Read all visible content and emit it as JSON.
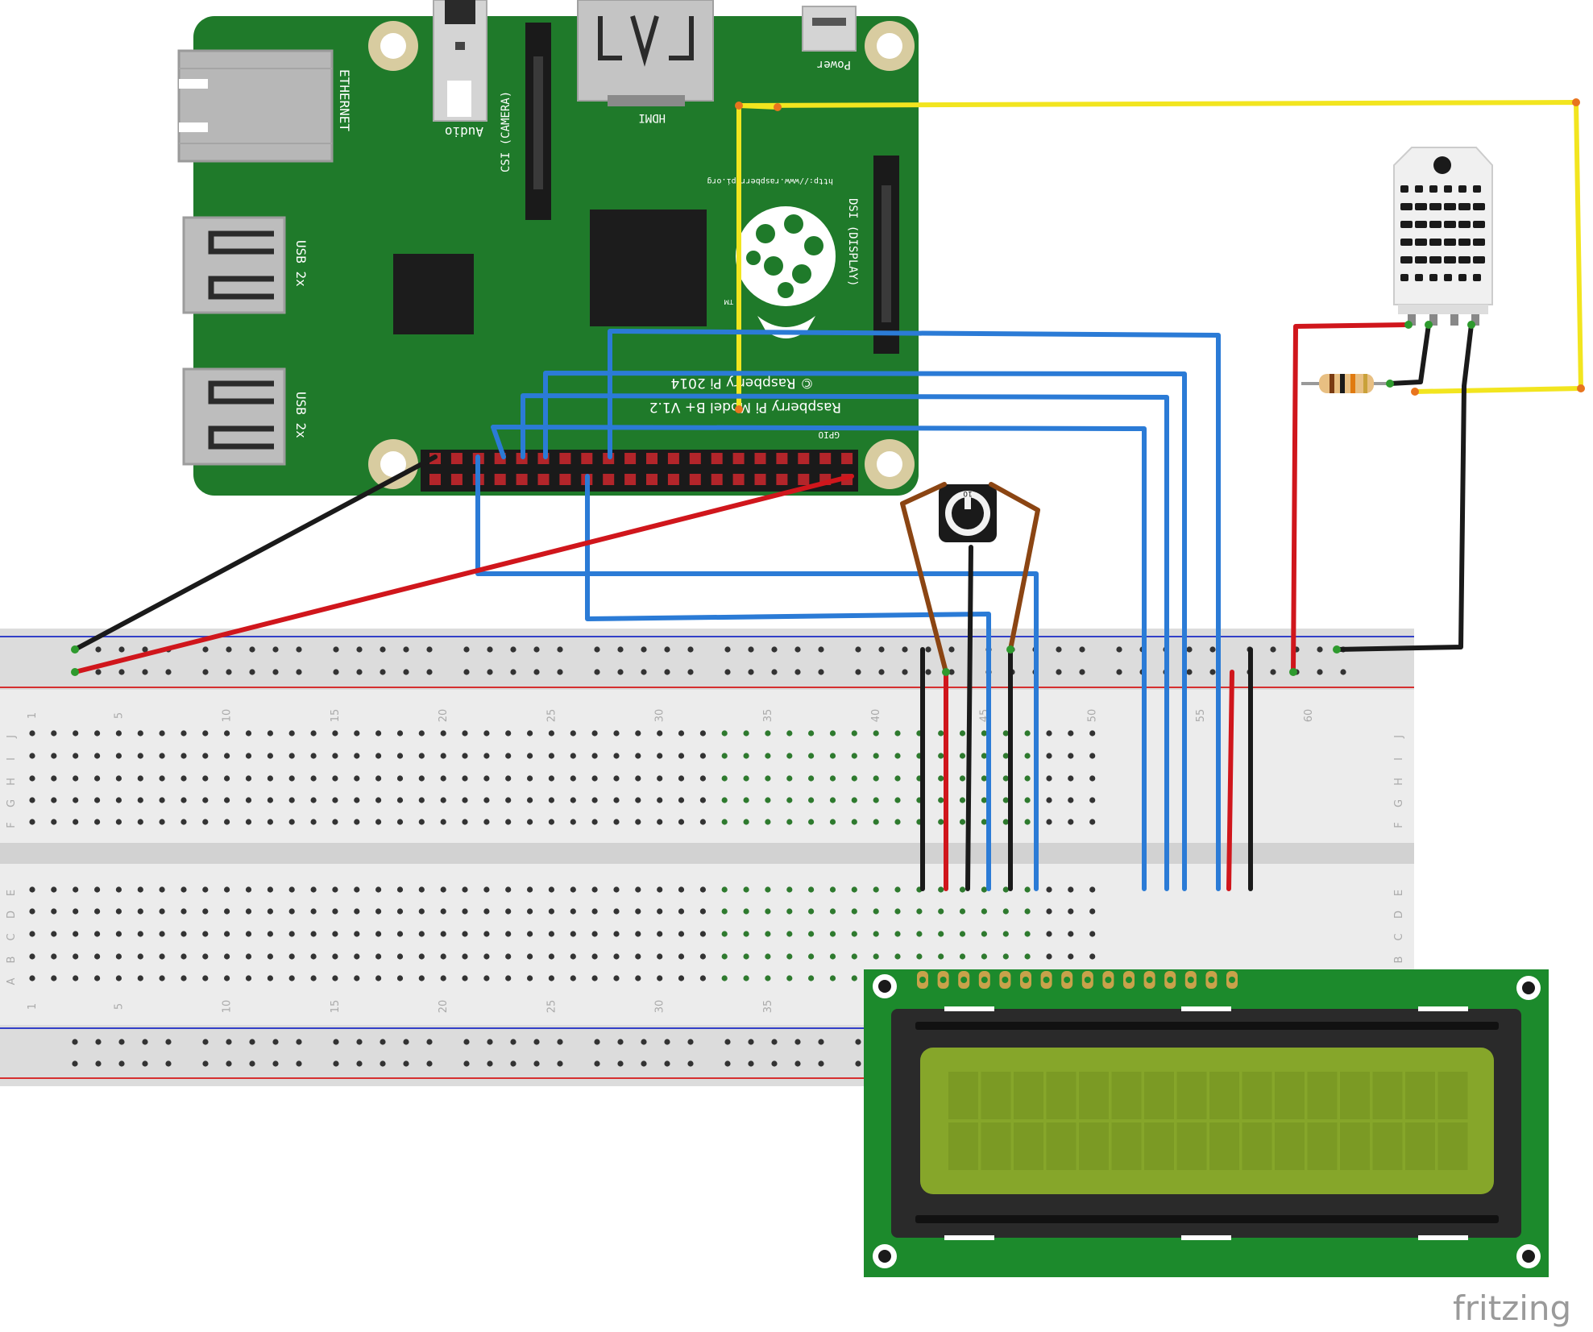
{
  "rpi": {
    "ethernet": "ETHERNET",
    "audio": "Audio",
    "csi": "CSI (CAMERA)",
    "hdmi": "HDMI",
    "power": "Power",
    "usb1": "USB 2x",
    "usb2": "USB 2x",
    "url": "http://www.raspberrypi.org",
    "dsi": "DSI (DISPLAY)",
    "model": "Raspberry Pi Model B+ V1.2",
    "copyright": "© Raspberry Pi 2014",
    "gpio": "GPIO",
    "tm": "TM"
  },
  "breadboard": {
    "top_numbers": [
      "1",
      "5",
      "10",
      "15",
      "20",
      "25",
      "30",
      "35",
      "40",
      "45",
      "50",
      "55",
      "60"
    ],
    "bottom_numbers": [
      "1",
      "5",
      "10",
      "15",
      "20",
      "25",
      "30",
      "35"
    ],
    "row_letters_top": [
      "J",
      "I",
      "H",
      "G",
      "F"
    ],
    "row_letters_bottom": [
      "E",
      "D",
      "C",
      "B",
      "A"
    ]
  },
  "potentiometer": {
    "symbol": "10"
  },
  "footer": {
    "brand": "fritzing"
  },
  "colors": {
    "pcb_green": "#1e7a29",
    "lcd_green": "#1c8a2c",
    "lcd_screen": "#86a62a",
    "wire_blue": "#2b7bd6",
    "wire_yellow": "#f2e51f",
    "wire_red": "#d0161c",
    "wire_black": "#1a1a1a",
    "wire_brown": "#8b4513"
  }
}
